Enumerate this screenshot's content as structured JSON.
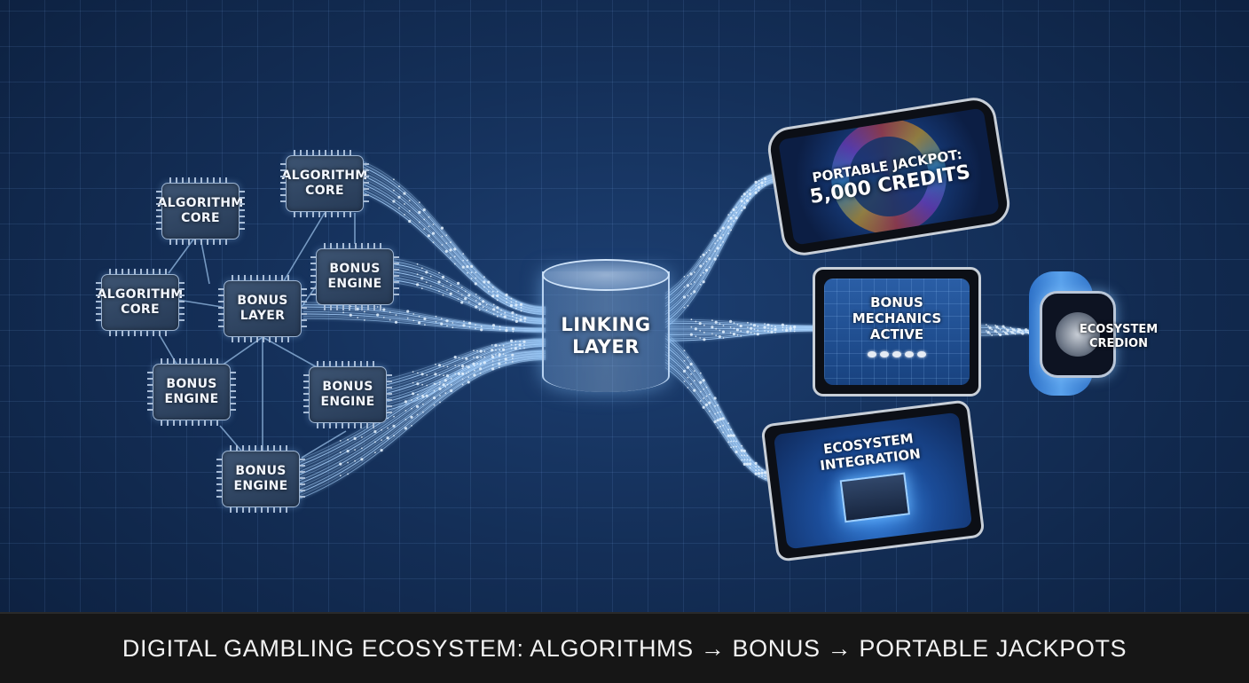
{
  "nodes": {
    "algorithm_core_top": "ALGORITHM CORE",
    "algorithm_core_upper": "ALGORITHM CORE",
    "algorithm_core_left": "ALGORITHM CORE",
    "bonus_layer": "BONUS LAYER",
    "bonus_engine_a": "BONUS ENGINE",
    "bonus_engine_b": "BONUS ENGINE",
    "bonus_engine_c": "BONUS ENGINE",
    "bonus_engine_d": "BONUS ENGINE"
  },
  "linking_layer": "LINKING LAYER",
  "devices": {
    "phone": {
      "line1": "PORTABLE JACKPOT:",
      "line2": "5,000 CREDITS"
    },
    "tablet_bonus": "BONUS MECHANICS ACTIVE",
    "tablet_ecosystem": "ECOSYSTEM INTEGRATION",
    "watch": "ECOSYSTEM CREDION"
  },
  "caption": "DIGITAL GAMBLING ECOSYSTEM: ALGORITHMS → BONUS → PORTABLE JACKPOTS",
  "colors": {
    "background": "#142f58",
    "grid": "#78aaeb",
    "link": "#a9d4ff",
    "caption_bar": "#161616",
    "watch_band": "#4a90e2"
  },
  "icons": [
    "roulette-wheel-icon",
    "coins-icon",
    "server-cube-icon",
    "watch-face-icon"
  ]
}
